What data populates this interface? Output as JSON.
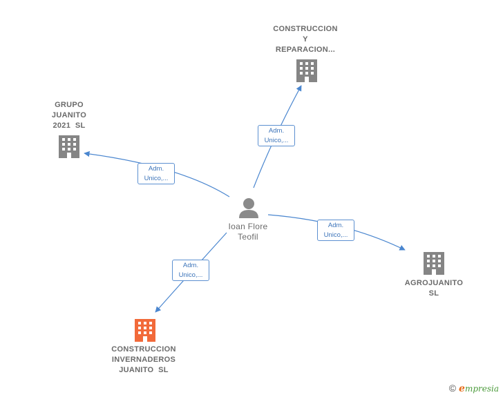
{
  "colors": {
    "company_gray": "#858585",
    "company_highlight": "#f26a3a",
    "person": "#8a8a8a",
    "edge": "#4a86cf"
  },
  "center": {
    "name_lines": [
      "Ioan Flore",
      "Teofil"
    ],
    "icon": "person-icon"
  },
  "companies": [
    {
      "id": "construccion-reparacion",
      "lines": [
        "CONSTRUCCION",
        "Y",
        "REPARACION..."
      ],
      "icon": "building-icon",
      "highlight": false
    },
    {
      "id": "grupo-juanito",
      "lines": [
        "GRUPO",
        "JUANITO",
        "2021  SL"
      ],
      "icon": "building-icon",
      "highlight": false
    },
    {
      "id": "agrojuanito",
      "lines": [
        "AGROJUANITO",
        "SL"
      ],
      "icon": "building-icon",
      "highlight": false
    },
    {
      "id": "construccion-invernaderos",
      "lines": [
        "CONSTRUCCION",
        "INVERNADEROS",
        "JUANITO  SL"
      ],
      "icon": "building-icon",
      "highlight": true
    }
  ],
  "edges": [
    {
      "target": "construccion-reparacion",
      "lines": [
        "Adm.",
        "Unico,..."
      ]
    },
    {
      "target": "grupo-juanito",
      "lines": [
        "Adm.",
        "Unico,..."
      ]
    },
    {
      "target": "agrojuanito",
      "lines": [
        "Adm.",
        "Unico,..."
      ]
    },
    {
      "target": "construccion-invernaderos",
      "lines": [
        "Adm.",
        "Unico,..."
      ]
    }
  ],
  "footer": {
    "copyright": "©",
    "brand_initial": "e",
    "brand_rest": "mpresia"
  }
}
